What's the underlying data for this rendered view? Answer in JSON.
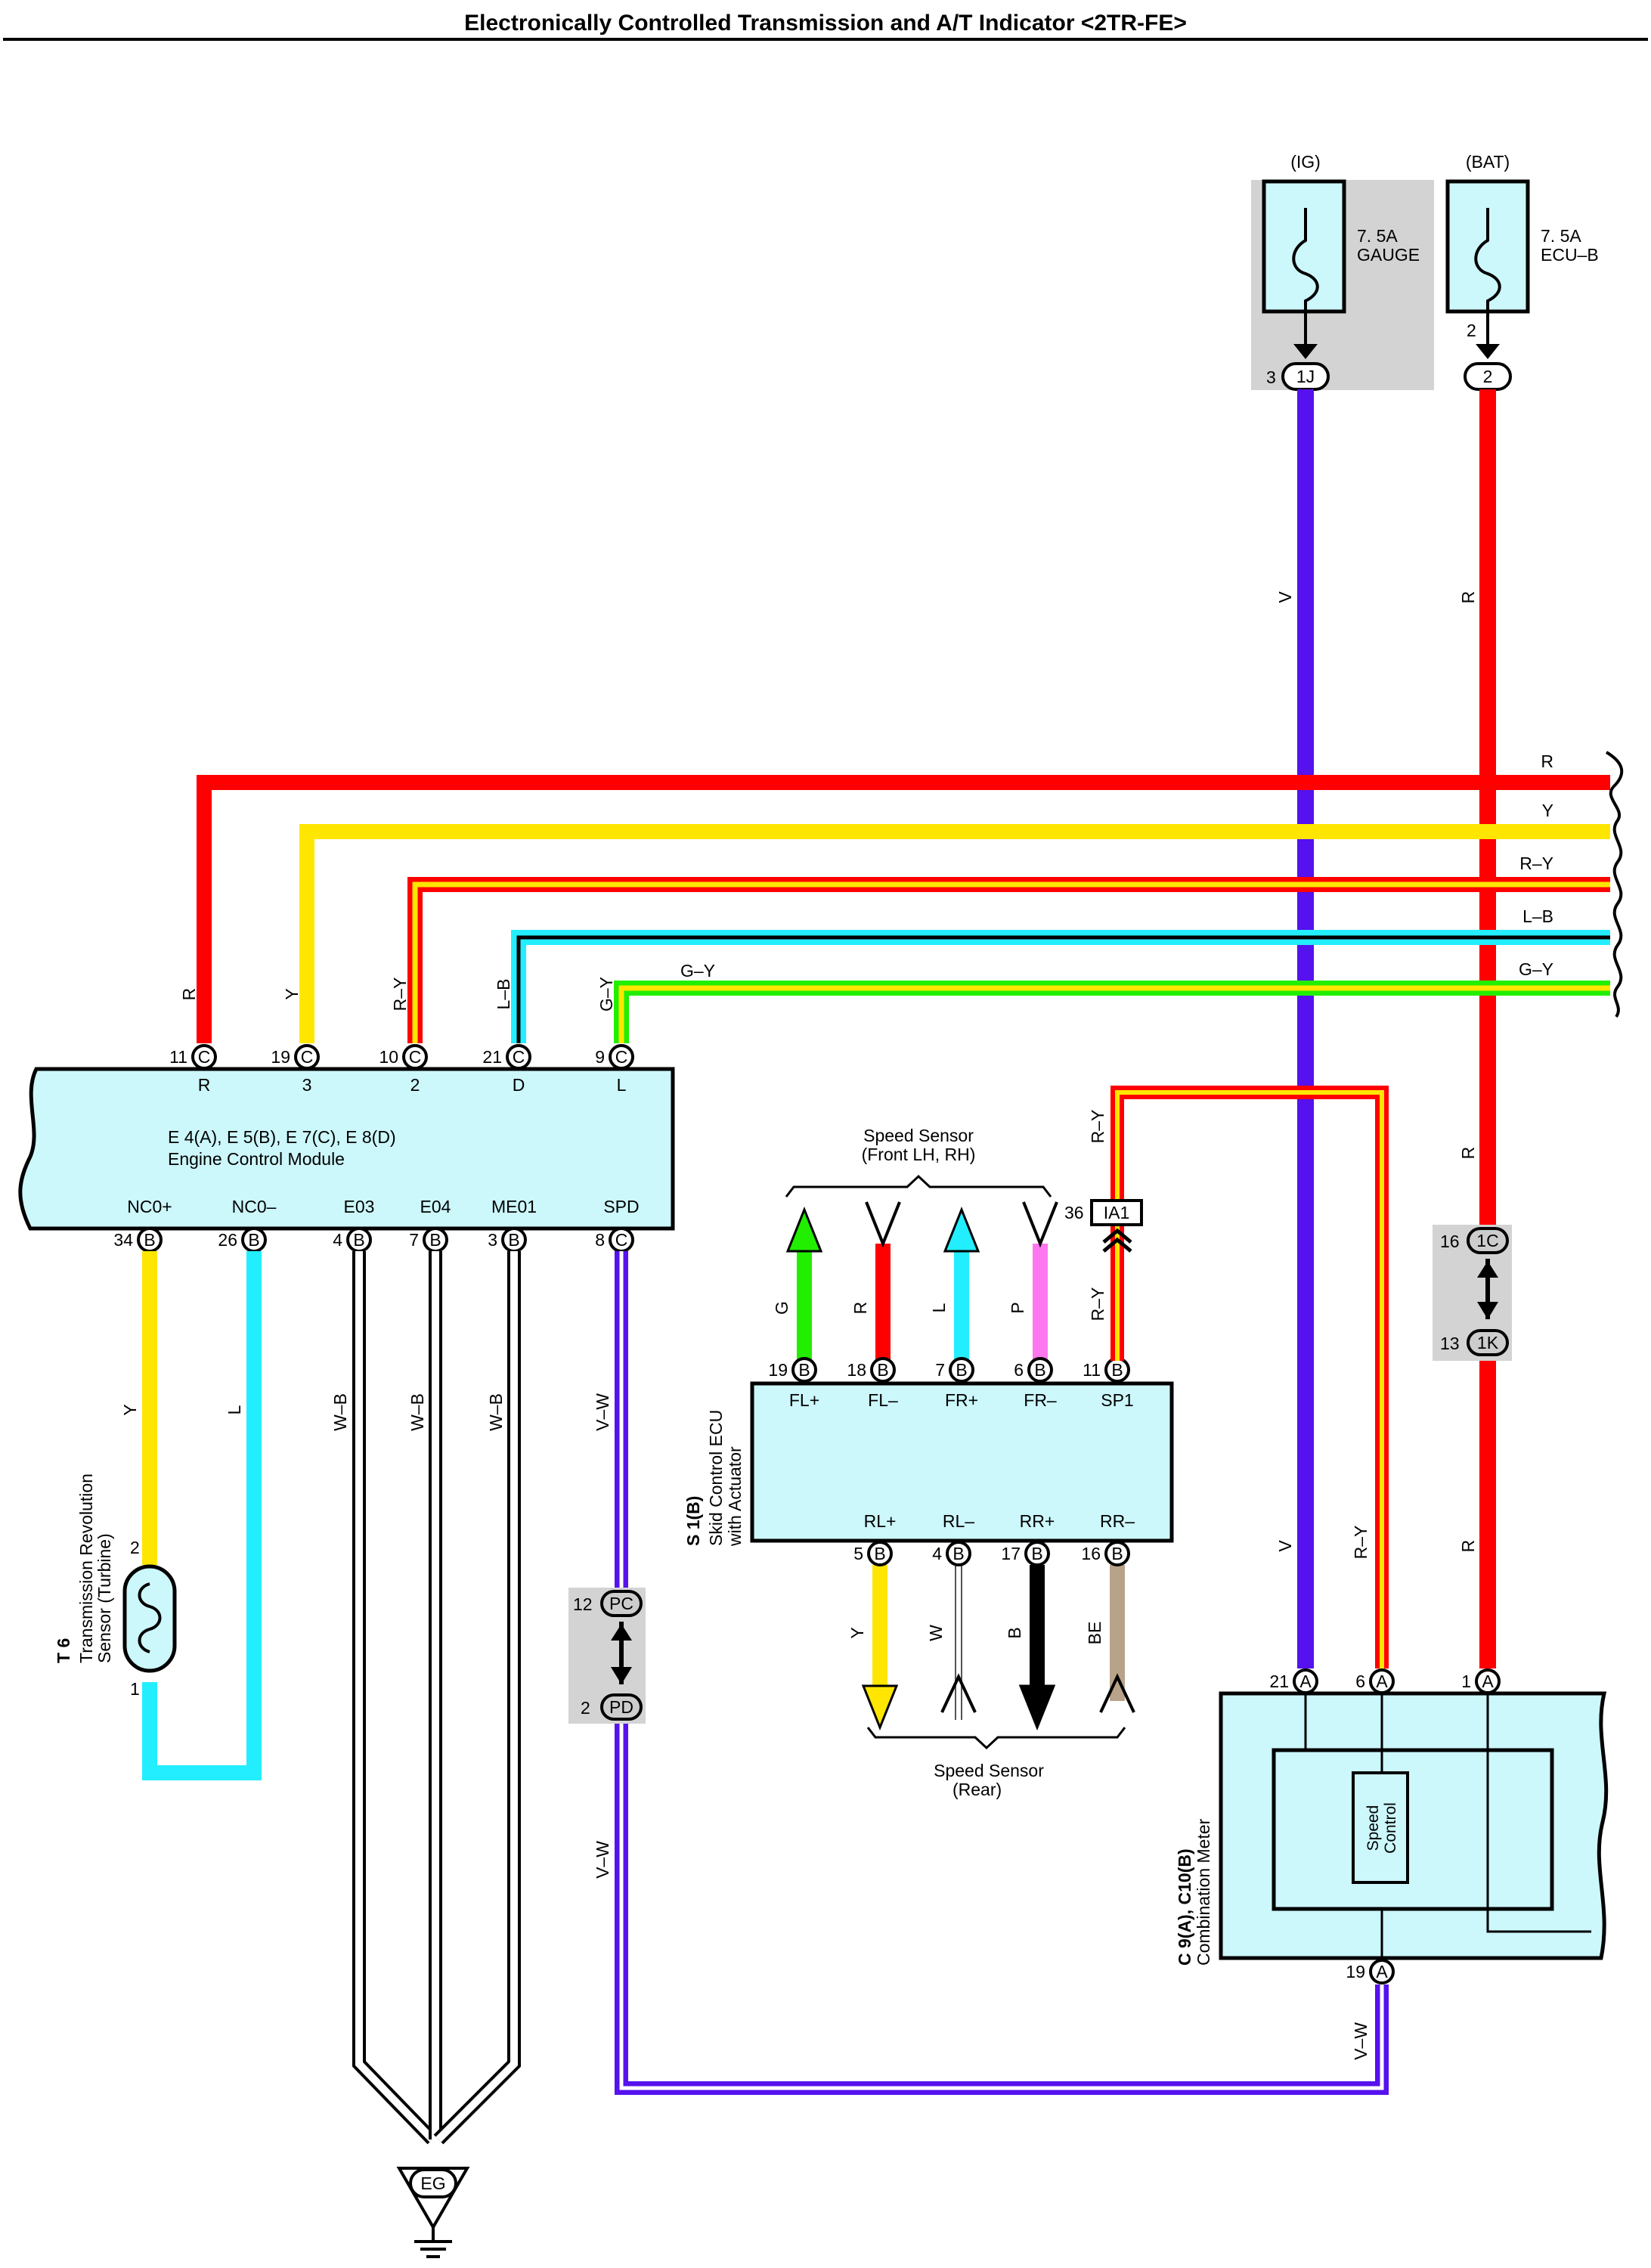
{
  "title": "Electronically Controlled Transmission and A/T Indicator <2TR-FE>",
  "colors": {
    "R": "#ff0000",
    "Y": "#ffe600",
    "L": "#22eeff",
    "G": "#22ee00",
    "V": "#5511ee",
    "P": "#ff77ee",
    "B": "#000000",
    "W": "#ffffff",
    "BE": "#b8a38a",
    "box_fill": "#ccf7fb",
    "relay_box": "#d3d3d3"
  },
  "fuses": {
    "ig": {
      "supply": "(IG)",
      "rating": "7. 5A",
      "name": "GAUGE",
      "pin": "3",
      "connector": "1J"
    },
    "bat": {
      "supply": "(BAT)",
      "rating": "7. 5A",
      "name": "ECU–B",
      "pin": "2",
      "connector": "2"
    }
  },
  "ecm": {
    "id": "E 4(A), E 5(B), E 7(C), E 8(D)",
    "name": "Engine Control Module",
    "top_pins": [
      {
        "num": "11",
        "conn": "C",
        "term": "R",
        "wire": "R"
      },
      {
        "num": "19",
        "conn": "C",
        "term": "3",
        "wire": "Y"
      },
      {
        "num": "10",
        "conn": "C",
        "term": "2",
        "wire": "R–Y"
      },
      {
        "num": "21",
        "conn": "C",
        "term": "D",
        "wire": "L–B"
      },
      {
        "num": "9",
        "conn": "C",
        "term": "L",
        "wire": "G–Y"
      }
    ],
    "bottom_pins": [
      {
        "num": "34",
        "conn": "B",
        "term": "NC0+",
        "wire": "Y"
      },
      {
        "num": "26",
        "conn": "B",
        "term": "NC0–",
        "wire": "L"
      },
      {
        "num": "4",
        "conn": "B",
        "term": "E03",
        "wire": "W–B"
      },
      {
        "num": "7",
        "conn": "B",
        "term": "E04",
        "wire": "W–B"
      },
      {
        "num": "3",
        "conn": "B",
        "term": "ME01",
        "wire": "W–B"
      },
      {
        "num": "8",
        "conn": "C",
        "term": "SPD",
        "wire": "V–W"
      }
    ]
  },
  "right_wires": [
    "R",
    "Y",
    "R–Y",
    "L–B",
    "G–Y"
  ],
  "sensor_t6": {
    "id": "T 6",
    "name_line1": "Transmission Revolution",
    "name_line2": "Sensor (Turbine)",
    "pin_top": "2",
    "pin_bottom": "1"
  },
  "ground": {
    "label": "EG"
  },
  "junction_pc": {
    "top_num": "12",
    "top": "PC",
    "bottom_num": "2",
    "bottom": "PD"
  },
  "junction_1c": {
    "top_num": "16",
    "top": "1C",
    "bottom_num": "13",
    "bottom": "1K"
  },
  "skid": {
    "id": "S 1(B)",
    "name_line1": "Skid Control ECU",
    "name_line2": "with Actuator",
    "top_pins": [
      {
        "num": "19",
        "conn": "B",
        "term": "FL+",
        "wire": "G"
      },
      {
        "num": "18",
        "conn": "B",
        "term": "FL–",
        "wire": "R"
      },
      {
        "num": "7",
        "conn": "B",
        "term": "FR+",
        "wire": "L"
      },
      {
        "num": "6",
        "conn": "B",
        "term": "FR–",
        "wire": "P"
      },
      {
        "num": "11",
        "conn": "B",
        "term": "SP1",
        "wire": "R–Y"
      }
    ],
    "bottom_pins": [
      {
        "num": "5",
        "conn": "B",
        "term": "RL+",
        "wire": "Y"
      },
      {
        "num": "4",
        "conn": "B",
        "term": "RL–",
        "wire": "W"
      },
      {
        "num": "17",
        "conn": "B",
        "term": "RR+",
        "wire": "B"
      },
      {
        "num": "16",
        "conn": "B",
        "term": "RR–",
        "wire": "BE"
      }
    ]
  },
  "ia1": {
    "num": "36",
    "label": "IA1",
    "wire": "R–Y"
  },
  "speed_sensor_front": {
    "line1": "Speed Sensor",
    "line2": "(Front LH,  RH)"
  },
  "speed_sensor_rear": {
    "line1": "Speed Sensor",
    "line2": "(Rear)"
  },
  "meter": {
    "id": "C 9(A), C10(B)",
    "name": "Combination Meter",
    "inner_line1": "Speed",
    "inner_line2": "Control",
    "top_pins": [
      {
        "num": "21",
        "conn": "A",
        "wire": "V"
      },
      {
        "num": "6",
        "conn": "A",
        "wire": "R–Y"
      },
      {
        "num": "1",
        "conn": "A",
        "wire": "R"
      }
    ],
    "bottom_pin": {
      "num": "19",
      "conn": "A",
      "wire": "V–W"
    }
  },
  "wire_labels": {
    "v": "V",
    "r": "R",
    "ry": "R–Y",
    "vw": "V–W",
    "gy": "G–Y"
  }
}
